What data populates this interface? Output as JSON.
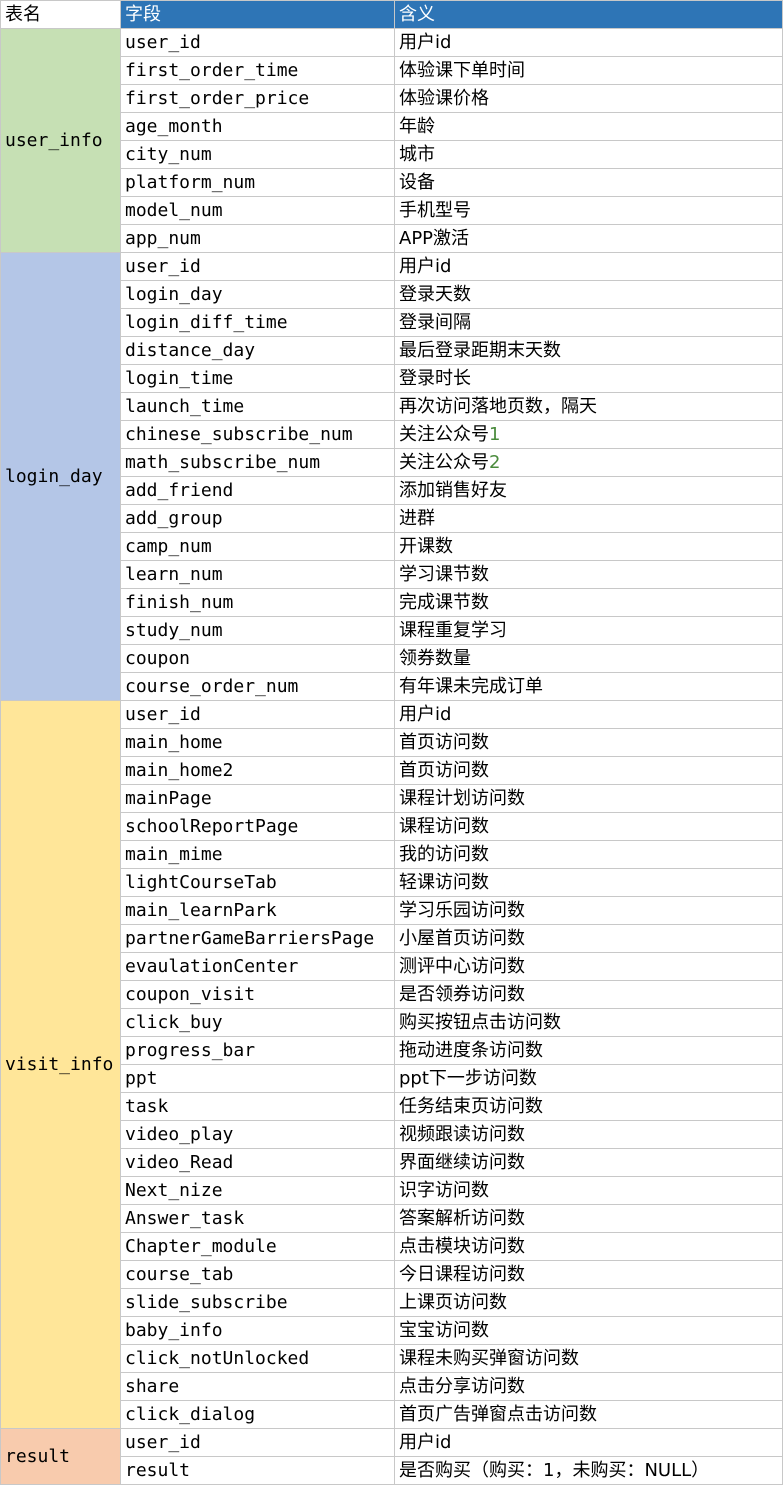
{
  "header": {
    "table_name": "表名",
    "field": "字段",
    "meaning": "含义"
  },
  "colors": {
    "header_blue": "#2e75b6",
    "user_info": "#c6e0b4",
    "login_day": "#b4c6e7",
    "visit_info": "#ffe699",
    "result": "#f8cbad"
  },
  "groups": [
    {
      "name": "user_info",
      "color": "#c6e0b4",
      "rows": [
        {
          "field": "user_id",
          "meaning": "用户id"
        },
        {
          "field": "first_order_time",
          "meaning": "体验课下单时间"
        },
        {
          "field": "first_order_price",
          "meaning": "体验课价格"
        },
        {
          "field": "age_month",
          "meaning": "年龄"
        },
        {
          "field": "city_num",
          "meaning": "城市"
        },
        {
          "field": "platform_num",
          "meaning": "设备"
        },
        {
          "field": "model_num",
          "meaning": "手机型号"
        },
        {
          "field": "app_num",
          "meaning": "APP激活"
        }
      ]
    },
    {
      "name": "login_day",
      "color": "#b4c6e7",
      "rows": [
        {
          "field": "user_id",
          "meaning": "用户id"
        },
        {
          "field": "login_day",
          "meaning": "登录天数"
        },
        {
          "field": "login_diff_time",
          "meaning": "登录间隔"
        },
        {
          "field": "distance_day",
          "meaning": "最后登录距期末天数"
        },
        {
          "field": "login_time",
          "meaning": "登录时长"
        },
        {
          "field": "launch_time",
          "meaning": "再次访问落地页数，隔天"
        },
        {
          "field": "chinese_subscribe_num",
          "meaning": "关注公众号",
          "suffix": "1"
        },
        {
          "field": "math_subscribe_num",
          "meaning": "关注公众号",
          "suffix": "2"
        },
        {
          "field": "add_friend",
          "meaning": "添加销售好友"
        },
        {
          "field": "add_group",
          "meaning": "进群"
        },
        {
          "field": "camp_num",
          "meaning": "开课数"
        },
        {
          "field": "learn_num",
          "meaning": "学习课节数"
        },
        {
          "field": "finish_num",
          "meaning": "完成课节数"
        },
        {
          "field": "study_num",
          "meaning": "课程重复学习"
        },
        {
          "field": "coupon",
          "meaning": "领券数量"
        },
        {
          "field": "course_order_num",
          "meaning": "有年课未完成订单"
        }
      ]
    },
    {
      "name": "visit_info",
      "color": "#ffe699",
      "rows": [
        {
          "field": "user_id",
          "meaning": "用户id"
        },
        {
          "field": "main_home",
          "meaning": "首页访问数"
        },
        {
          "field": "main_home2",
          "meaning": "首页访问数"
        },
        {
          "field": "mainPage",
          "meaning": "课程计划访问数"
        },
        {
          "field": "schoolReportPage",
          "meaning": "课程访问数"
        },
        {
          "field": "main_mime",
          "meaning": "我的访问数"
        },
        {
          "field": "lightCourseTab",
          "meaning": "轻课访问数"
        },
        {
          "field": "main_learnPark",
          "meaning": "学习乐园访问数"
        },
        {
          "field": "partnerGameBarriersPage",
          "meaning": "小屋首页访问数"
        },
        {
          "field": "evaulationCenter",
          "meaning": "测评中心访问数"
        },
        {
          "field": "coupon_visit",
          "meaning": "是否领券访问数"
        },
        {
          "field": "click_buy",
          "meaning": "购买按钮点击访问数"
        },
        {
          "field": "progress_bar",
          "meaning": "拖动进度条访问数"
        },
        {
          "field": "ppt",
          "meaning": "ppt下一步访问数"
        },
        {
          "field": "task",
          "meaning": "任务结束页访问数"
        },
        {
          "field": "video_play",
          "meaning": "视频跟读访问数"
        },
        {
          "field": "video_Read",
          "meaning": "界面继续访问数"
        },
        {
          "field": "Next_nize",
          "meaning": "识字访问数"
        },
        {
          "field": "Answer_task",
          "meaning": "答案解析访问数"
        },
        {
          "field": "Chapter_module",
          "meaning": "点击模块访问数"
        },
        {
          "field": "course_tab",
          "meaning": "今日课程访问数"
        },
        {
          "field": "slide_subscribe",
          "meaning": "上课页访问数"
        },
        {
          "field": "baby_info",
          "meaning": "宝宝访问数"
        },
        {
          "field": "click_notUnlocked",
          "meaning": "课程未购买弹窗访问数"
        },
        {
          "field": "share",
          "meaning": "点击分享访问数"
        },
        {
          "field": "click_dialog",
          "meaning": "首页广告弹窗点击访问数"
        }
      ]
    },
    {
      "name": "result",
      "color": "#f8cbad",
      "rows": [
        {
          "field": "user_id",
          "meaning": "用户id"
        },
        {
          "field": "result",
          "meaning": "是否购买（购买：1，未购买：NULL）"
        }
      ]
    }
  ]
}
